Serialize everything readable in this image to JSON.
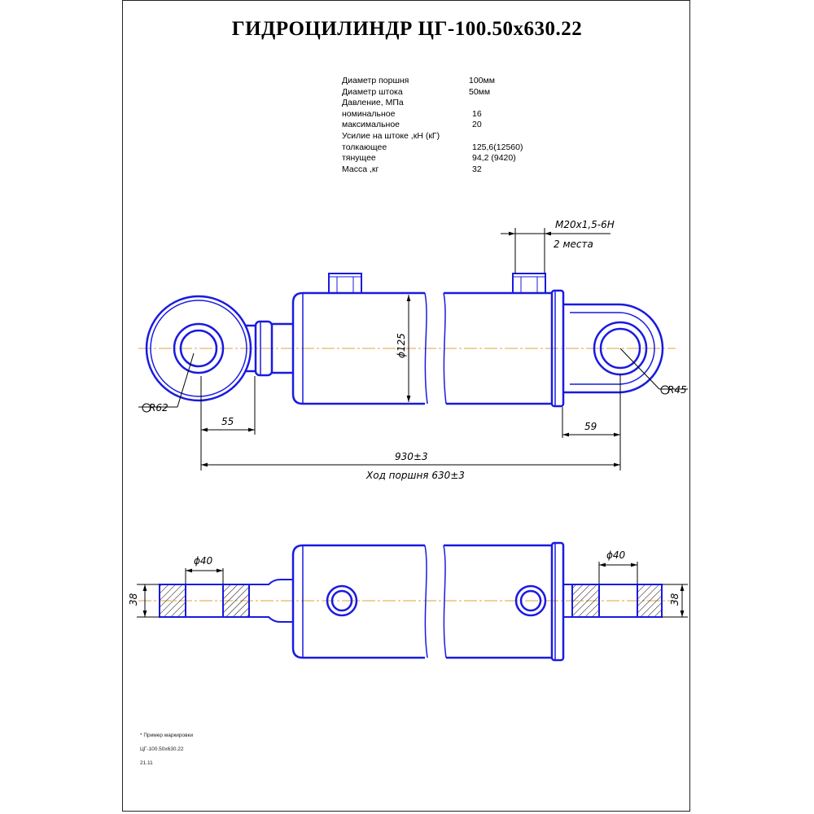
{
  "title": "ГИДРОЦИЛИНДР ЦГ-100.50x630.22",
  "specs": [
    {
      "label": "Диаметр поршня",
      "value": "100мм",
      "vx": 156
    },
    {
      "label": "Диаметр штока",
      "value": "50мм",
      "vx": 156
    },
    {
      "label": "Давление, МПа",
      "value": "",
      "vx": 156
    },
    {
      "label": "номинальное",
      "value": "16",
      "vx": 160
    },
    {
      "label": "максимальное",
      "value": "20",
      "vx": 160
    },
    {
      "label": "Усилие на штоке ,кН (кГ)",
      "value": "",
      "vx": 156
    },
    {
      "label": "толкающее",
      "value": "125,6(12560)",
      "vx": 160
    },
    {
      "label": "тянущее",
      "value": "94,2 (9420)",
      "vx": 160
    },
    {
      "label": "Масса ,кг",
      "value": "32",
      "vx": 160
    }
  ],
  "dimensions": {
    "thread": "M20x1,5-6H",
    "places": "2 места",
    "bore": "ϕ125",
    "radius_left": "R62",
    "radius_right": "R45",
    "offset_left": "55",
    "offset_right": "59",
    "length": "930±3",
    "stroke": "Ход поршня 630±3",
    "pin_left": "ϕ40",
    "pin_right": "ϕ40",
    "width_left": "38",
    "width_right": "38"
  },
  "notes": {
    "line1": "* Пример маркировки",
    "line2": "ЦГ-100.50х630.22",
    "line3": "21.11"
  },
  "colors": {
    "outline": "#1a1ae0",
    "axis": "#e0a040",
    "dimension": "#000000"
  }
}
